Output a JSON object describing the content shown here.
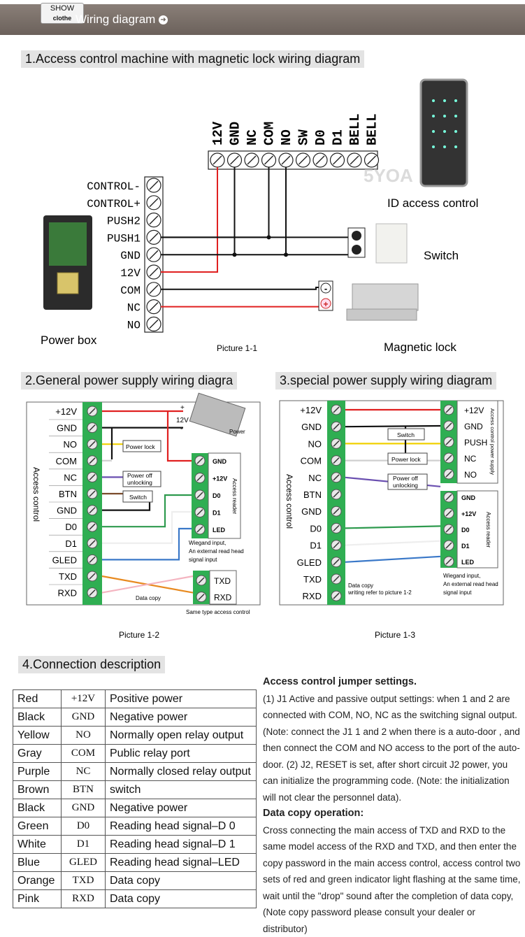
{
  "header": {
    "show_tab": "SHOW",
    "show_sub": "clothe",
    "title": "Wiring diagram"
  },
  "section1": {
    "title": "1.Access control machine with magnetic lock wiring diagram",
    "top_terminals": [
      "12V",
      "GND",
      "NC",
      "COM",
      "NO",
      "SW",
      "D0",
      "D1",
      "BELL",
      "BELL"
    ],
    "side_terminals": [
      "CONTROL-",
      "CONTROL+",
      "PUSH2",
      "PUSH1",
      "GND",
      "12V",
      "COM",
      "NC",
      "NO"
    ],
    "labels": {
      "power_box": "Power box",
      "id_access": "ID access control",
      "switch": "Switch",
      "magnetic_lock": "Magnetic lock",
      "watermark": "5YOA",
      "picture": "Picture 1-1",
      "minus": "-",
      "plus": "+"
    }
  },
  "section2": {
    "title": "2.General power supply wiring diagra",
    "terminals": [
      "+12V",
      "GND",
      "NO",
      "COM",
      "NC",
      "BTN",
      "GND",
      "D0",
      "D1",
      "GLED",
      "TXD",
      "RXD"
    ],
    "side_label": "Access control",
    "reader_terminals": [
      "GND",
      "+12V",
      "D0",
      "D1",
      "LED"
    ],
    "reader_label": "Access reader",
    "copy_terminals": [
      "TXD",
      "RXD"
    ],
    "labels": {
      "power_lock": "Power lock",
      "power_off": "Power off",
      "unlocking": "unlocking",
      "switch": "Switch",
      "v12": "12V",
      "power": "Power",
      "plus": "+",
      "minus": "-",
      "wiegand1": "Wiegand input,",
      "wiegand2": "An external read head",
      "wiegand3": "signal input",
      "data_copy": "Data copy",
      "same_type": "Same type access control",
      "picture": "Picture 1-2"
    }
  },
  "section3": {
    "title": "3.special power supply wiring diagram",
    "terminals": [
      "+12V",
      "GND",
      "NO",
      "COM",
      "NC",
      "BTN",
      "GND",
      "D0",
      "D1",
      "GLED",
      "TXD",
      "RXD"
    ],
    "side_label": "Access control",
    "supply_terminals": [
      "+12V",
      "GND",
      "PUSH",
      "NC",
      "NO"
    ],
    "supply_label": "Access control power supply",
    "reader_terminals": [
      "GND",
      "+12V",
      "D0",
      "D1",
      "LED"
    ],
    "reader_label": "Access reader",
    "labels": {
      "switch": "Switch",
      "power_lock": "Power lock",
      "power_off": "Power off",
      "unlocking": "unlocking",
      "copy1": "Data copy",
      "copy2": "writing refer to picture 1-2",
      "wiegand1": "Wiegand input,",
      "wiegand2": "An external read head",
      "wiegand3": "signal input",
      "picture": "Picture 1-3"
    }
  },
  "section4": {
    "title": "4.Connection description",
    "rows": [
      {
        "color": "Red",
        "term": "+12V",
        "desc": "Positive power"
      },
      {
        "color": "Black",
        "term": "GND",
        "desc": "Negative power"
      },
      {
        "color": "Yellow",
        "term": "NO",
        "desc": "Normally open relay output"
      },
      {
        "color": "Gray",
        "term": "COM",
        "desc": "Public relay port"
      },
      {
        "color": "Purple",
        "term": "NC",
        "desc": "Normally closed relay  output"
      },
      {
        "color": "Brown",
        "term": "BTN",
        "desc": "switch"
      },
      {
        "color": "Black",
        "term": "GND",
        "desc": "Negative power"
      },
      {
        "color": "Green",
        "term": "D0",
        "desc": "Reading head signal–D 0"
      },
      {
        "color": "White",
        "term": "D1",
        "desc": "Reading head signal–D 1"
      },
      {
        "color": "Blue",
        "term": "GLED",
        "desc": "Reading head signal–LED"
      },
      {
        "color": "Orange",
        "term": "TXD",
        "desc": "Data copy"
      },
      {
        "color": "Pink",
        "term": "RXD",
        "desc": "Data copy"
      }
    ]
  },
  "notes": {
    "jumper_title": "Access control jumper settings.",
    "jumper_text": "(1) J1   Active and passive output settings: when 1 and 2 are connected with COM, NO, NC as the switching signal output. (Note: connect the J1 1 and 2 when there is a auto-door , and then connect the COM and NO access to the port of the auto-door.   (2) J2, RESET is set, after short circuit J2 power, you can initialize the programming code. (Note: the initialization will not clear the personnel data).",
    "copy_title": "Data copy operation:",
    "copy_text": "Cross connecting the main access of TXD and RXD to the same model access of the RXD and TXD, and then enter the copy password in the main access control, access control two sets of red and green indicator light flashing at the same time, wait until the \"drop\" sound after the completion of data copy, (Note copy password please consult your dealer or distributor)"
  },
  "colors": {
    "red": "#e02020",
    "black": "#111111",
    "yellow": "#f0d000",
    "gray": "#cfcfcf",
    "purple": "#6a4fb0",
    "brown": "#7a4a2a",
    "green": "#2e9a4e",
    "white": "#eeeeee",
    "blue": "#3a78c8",
    "orange": "#e88a20",
    "pink": "#f4b4c0",
    "terminal_green": "#2fae52"
  }
}
